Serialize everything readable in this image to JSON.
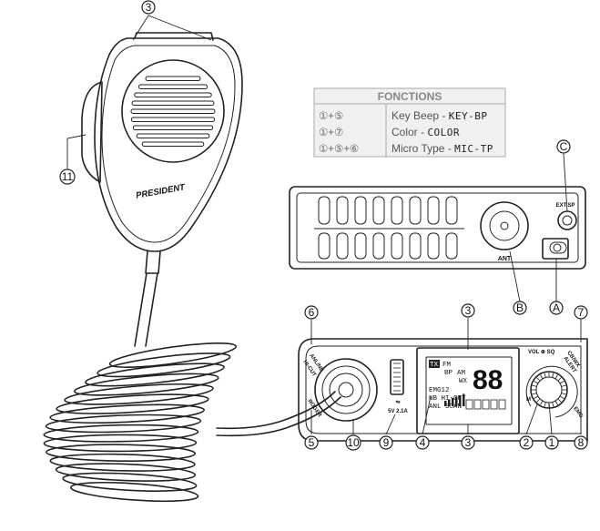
{
  "functions_table": {
    "title": "FONCTIONS",
    "rows": [
      {
        "keys": "①+⑤",
        "label": "Key Beep - ",
        "display": "KEY-BP"
      },
      {
        "keys": "①+⑦",
        "label": "Color - ",
        "display": "COLOR"
      },
      {
        "keys": "①+⑤+⑥",
        "label": "Micro Type - ",
        "display": "MIC-TP"
      }
    ]
  },
  "microphone": {
    "brand": "PRESIDENT"
  },
  "rear_panel": {
    "ant_label": "ANT",
    "ext_sp_label": "EXT.SP"
  },
  "front_panel": {
    "anl_nb_label": "ANL/NB",
    "hicut_label": "HI-CUT",
    "roger_label": "ROGER",
    "usb_label": "5V 2.1A",
    "vol_sq_label": "VOL ⊕ SQ",
    "cb_wx_label": "CB/WX",
    "alert_label": "ALERT",
    "emg_label": "EMG",
    "knob_m_label": "M",
    "lcd": {
      "tx": "TX",
      "fm": "FM",
      "bp": "BP",
      "am": "AM",
      "wx": "WX",
      "emg12": "EMG12",
      "nb_hicut": "NB HI-CUT",
      "anl_scan": "ANL SCAN",
      "digits": "88"
    }
  },
  "callouts": {
    "c1": "①",
    "c2": "②",
    "c3": "③",
    "c4": "④",
    "c5": "⑤",
    "c6": "⑥",
    "c7": "⑦",
    "c8": "⑧",
    "c9": "⑨",
    "c10": "⑩",
    "c11": "⑪",
    "cA": "Ⓐ",
    "cB": "Ⓑ",
    "cC": "Ⓒ",
    "n1": "1",
    "n2": "2",
    "n3": "3",
    "n4": "4",
    "n5": "5",
    "n6": "6",
    "n7": "7",
    "n8": "8",
    "n9": "9",
    "n10": "10",
    "n11": "11",
    "nA": "A",
    "nB": "B",
    "nC": "C"
  }
}
